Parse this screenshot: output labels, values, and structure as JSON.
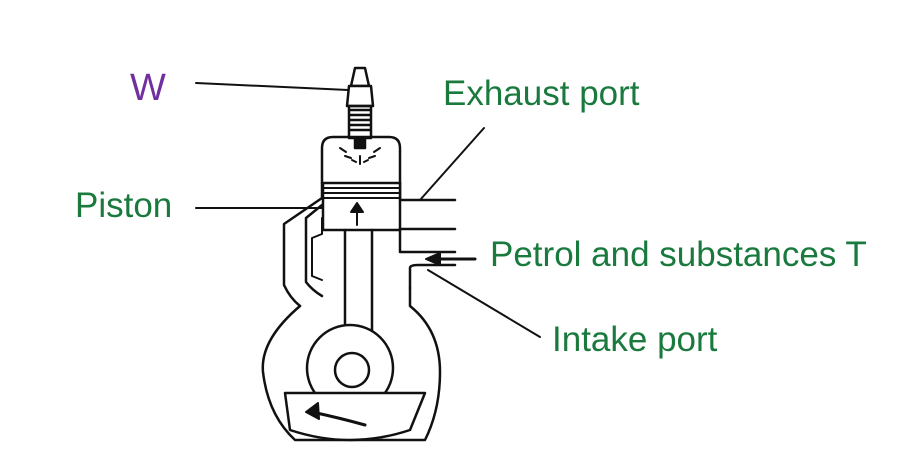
{
  "labels": {
    "w": "W",
    "exhaust_port": "Exhaust port",
    "piston": "Piston",
    "petrol": "Petrol and substances T",
    "intake_port": "Intake port"
  },
  "colors": {
    "label_green": "#1a7a3e",
    "label_purple": "#7030a0",
    "ink": "#111111"
  },
  "icons": {
    "up_arrow": "piston-up-arrow-icon",
    "flow_arrow": "inflow-arrow-icon",
    "rotation_arrow": "rotation-arrow-icon"
  }
}
